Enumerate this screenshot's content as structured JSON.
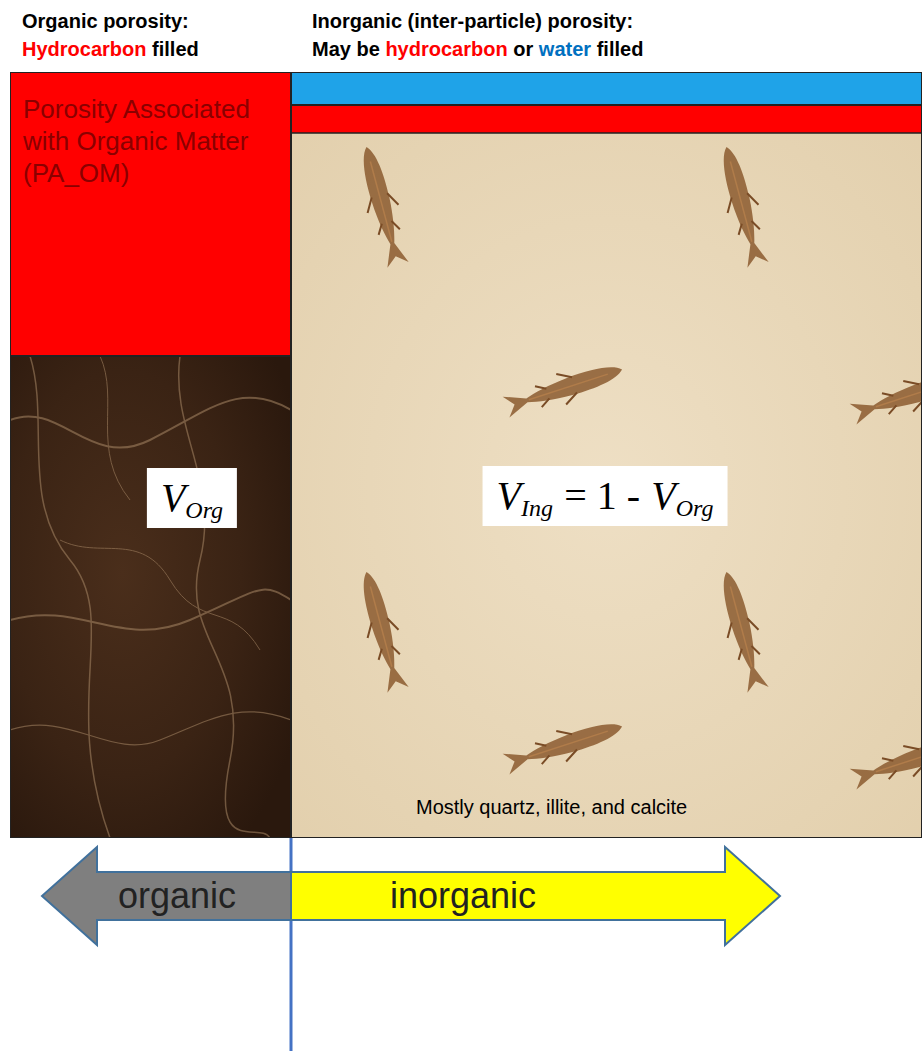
{
  "diagram": {
    "nodes": [
      {
        "text": [
          "Porosity Associated with Organic Matter (PA_OM)"
        ]
      },
      {
        "text": [
          "V",
          "Org"
        ]
      },
      {
        "text": [
          "V",
          "Ing",
          "= 1 -",
          "V",
          "Org",
          "Mostly quartz, illite, and calcite"
        ]
      },
      {
        "text": [
          "organic"
        ]
      },
      {
        "text": [
          "inorganic"
        ]
      }
    ],
    "labels": [
      "Organic porosity:",
      "Hydrocarbon",
      "filled",
      "Inorganic (inter-particle) porosity:",
      "May be",
      "hydrocarbon",
      "or",
      "water",
      "filled"
    ]
  }
}
